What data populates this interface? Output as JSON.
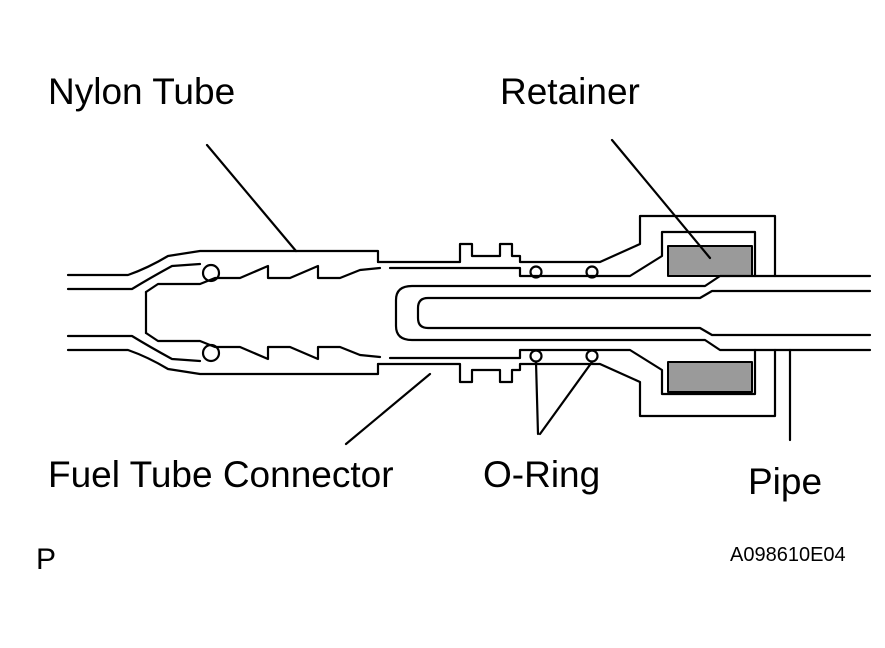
{
  "labels": {
    "nylon_tube": "Nylon Tube",
    "retainer": "Retainer",
    "fuel_tube_connector": "Fuel Tube Connector",
    "o_ring": "O-Ring",
    "pipe": "Pipe",
    "view_mark": "P",
    "figure_code": "A098610E04"
  },
  "colors": {
    "line": "#000000",
    "background": "#ffffff",
    "retainer_fill": "#9a9a9a"
  }
}
